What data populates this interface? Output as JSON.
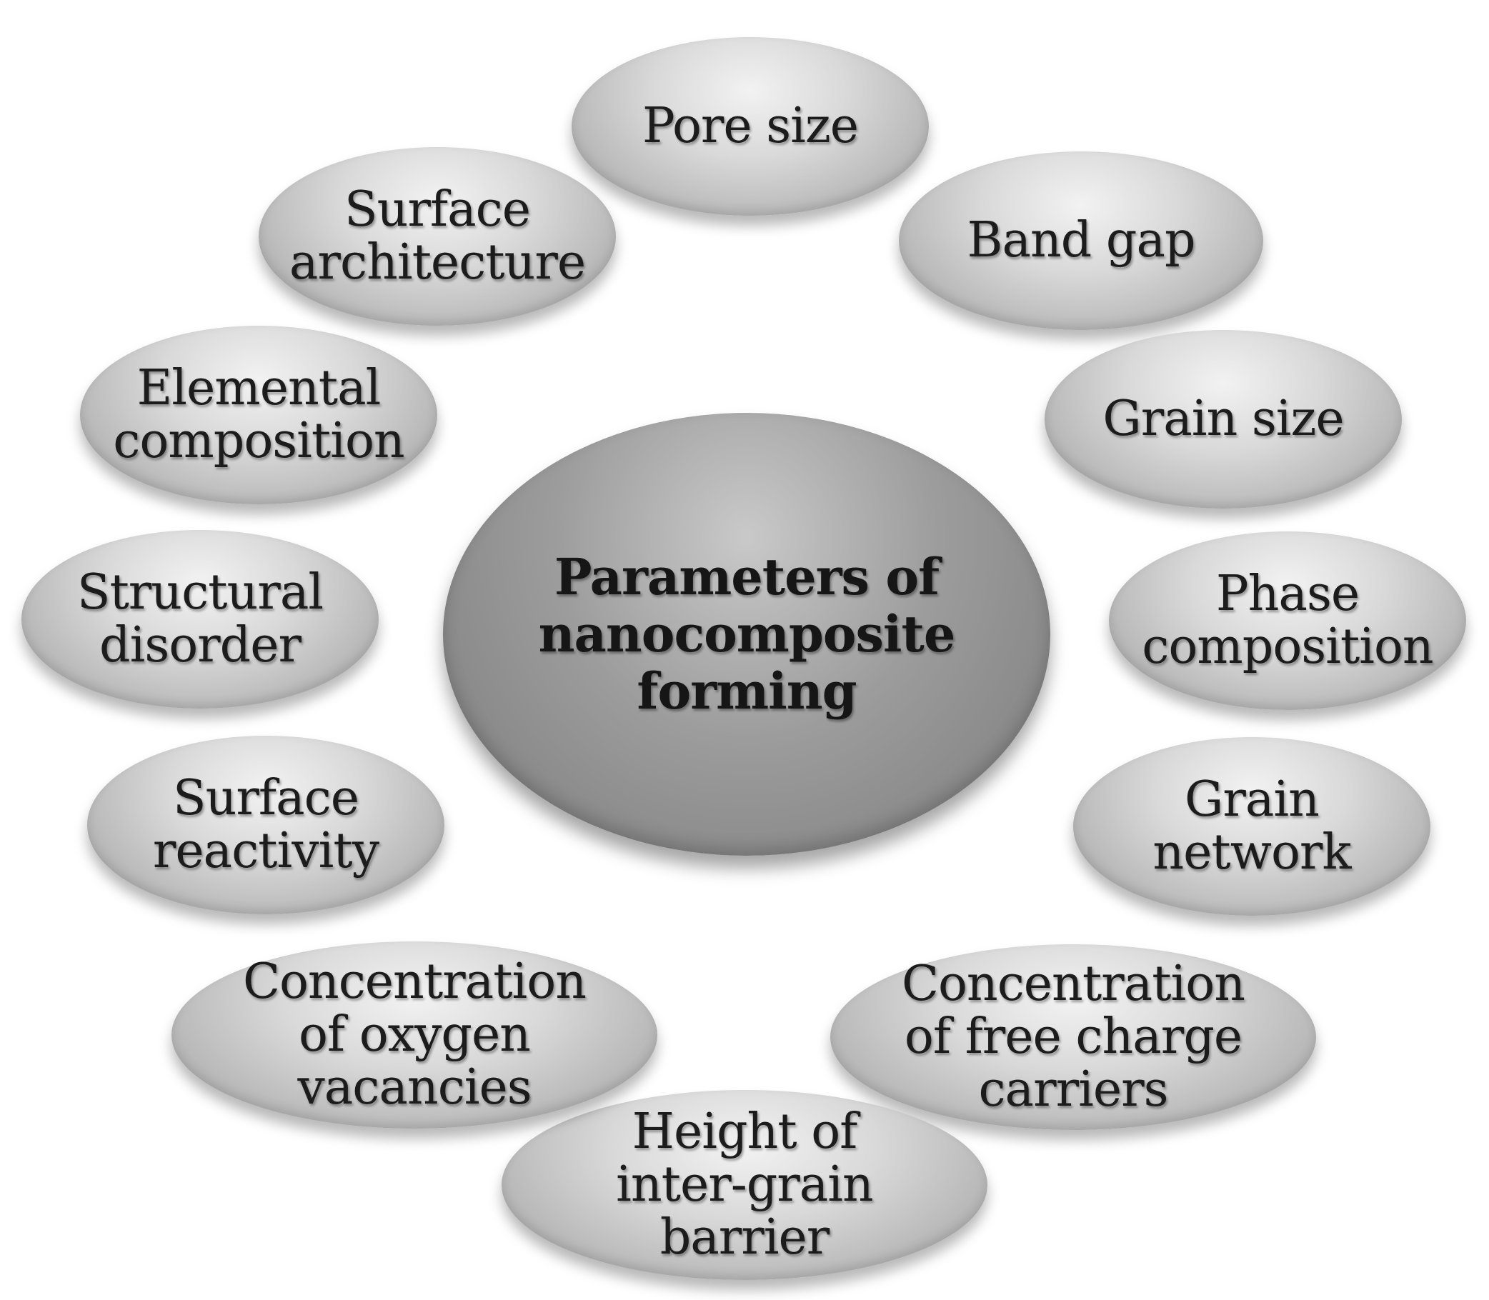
{
  "diagram": {
    "center": {
      "lines": [
        "Parameters of",
        "nanocomposite",
        "forming"
      ]
    },
    "nodes": [
      {
        "id": "pore-size",
        "lines": [
          "Pore size"
        ]
      },
      {
        "id": "band-gap",
        "lines": [
          "Band gap"
        ]
      },
      {
        "id": "grain-size",
        "lines": [
          "Grain size"
        ]
      },
      {
        "id": "phase-composition",
        "lines": [
          "Phase",
          "composition"
        ]
      },
      {
        "id": "grain-network",
        "lines": [
          "Grain",
          "network"
        ]
      },
      {
        "id": "concentration-free-charge-carriers",
        "lines": [
          "Concentration",
          "of free charge",
          "carriers"
        ]
      },
      {
        "id": "height-inter-grain-barrier",
        "lines": [
          "Height of",
          "inter-grain",
          "barrier"
        ]
      },
      {
        "id": "concentration-oxygen-vacancies",
        "lines": [
          "Concentration",
          "of oxygen",
          "vacancies"
        ]
      },
      {
        "id": "surface-reactivity",
        "lines": [
          "Surface",
          "reactivity"
        ]
      },
      {
        "id": "structural-disorder",
        "lines": [
          "Structural",
          "disorder"
        ]
      },
      {
        "id": "elemental-composition",
        "lines": [
          "Elemental",
          "composition"
        ]
      },
      {
        "id": "surface-architecture",
        "lines": [
          "Surface",
          "architecture"
        ]
      }
    ]
  }
}
